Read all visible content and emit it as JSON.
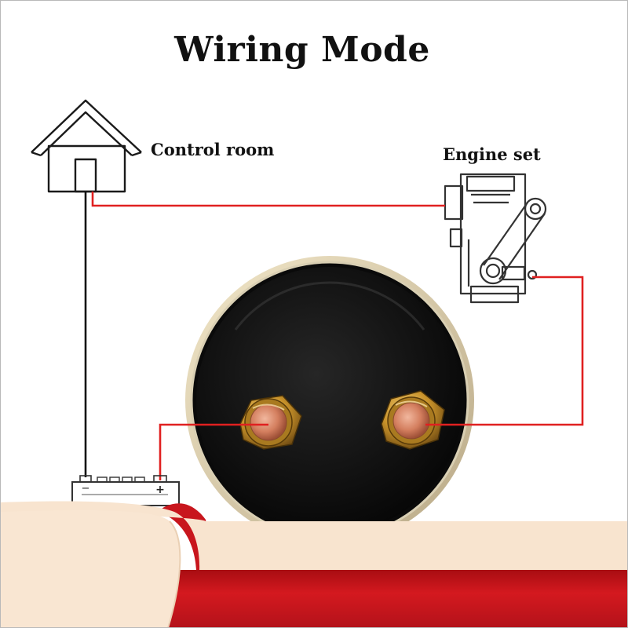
{
  "title": "Wiring Mode",
  "labels": {
    "control_room": "Control room",
    "engine_set": "Engine set"
  },
  "battery": {
    "negative_symbol": "−",
    "positive_symbol": "+"
  },
  "colors": {
    "wire_signal": "#e02020",
    "wire_ground": "#111111",
    "gauge_face": "#0d0d0d",
    "terminal_nut": "#c8922a",
    "terminal_stud": "#d9846a",
    "foreground_red": "#c8161d",
    "foreground_cream": "#f8e4cf"
  },
  "icons": {
    "house": "house-outline-icon",
    "engine": "engine-outline-icon",
    "battery": "battery-icon"
  }
}
